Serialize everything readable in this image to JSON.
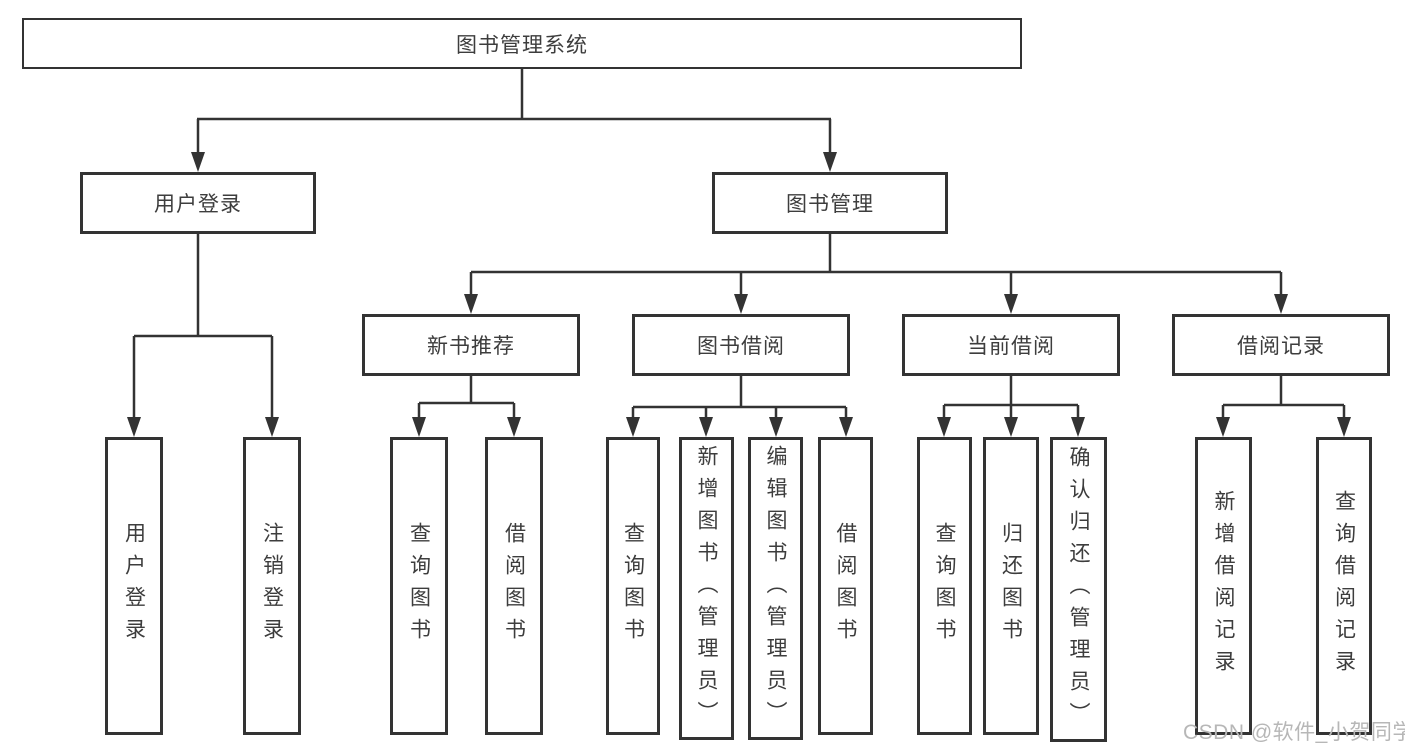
{
  "diagram": {
    "type": "tree",
    "root": {
      "label": "图书管理系统"
    },
    "level2": [
      {
        "label": "用户登录",
        "parent": "图书管理系统"
      },
      {
        "label": "图书管理",
        "parent": "图书管理系统"
      }
    ],
    "level3": [
      {
        "label": "新书推荐",
        "parent": "图书管理"
      },
      {
        "label": "图书借阅",
        "parent": "图书管理"
      },
      {
        "label": "当前借阅",
        "parent": "图书管理"
      },
      {
        "label": "借阅记录",
        "parent": "图书管理"
      }
    ],
    "leaves": [
      {
        "label": "用户登录",
        "parent": "用户登录"
      },
      {
        "label": "注销登录",
        "parent": "用户登录"
      },
      {
        "label": "查询图书",
        "parent": "新书推荐"
      },
      {
        "label": "借阅图书",
        "parent": "新书推荐"
      },
      {
        "label": "查询图书",
        "parent": "图书借阅"
      },
      {
        "label": "新增图书（管理员）",
        "parent": "图书借阅"
      },
      {
        "label": "编辑图书（管理员）",
        "parent": "图书借阅"
      },
      {
        "label": "借阅图书",
        "parent": "图书借阅"
      },
      {
        "label": "查询图书",
        "parent": "当前借阅"
      },
      {
        "label": "归还图书",
        "parent": "当前借阅"
      },
      {
        "label": "确认归还（管理员）",
        "parent": "当前借阅"
      },
      {
        "label": "新增借阅记录",
        "parent": "借阅记录"
      },
      {
        "label": "查询借阅记录",
        "parent": "借阅记录"
      }
    ]
  },
  "watermark": {
    "text": "CSDN @软件_小贺同学",
    "color": "#b7b7b7"
  },
  "colors": {
    "background": "#ffffff",
    "box_border": "#333333",
    "line": "#333333",
    "text": "#3d3d3d"
  }
}
